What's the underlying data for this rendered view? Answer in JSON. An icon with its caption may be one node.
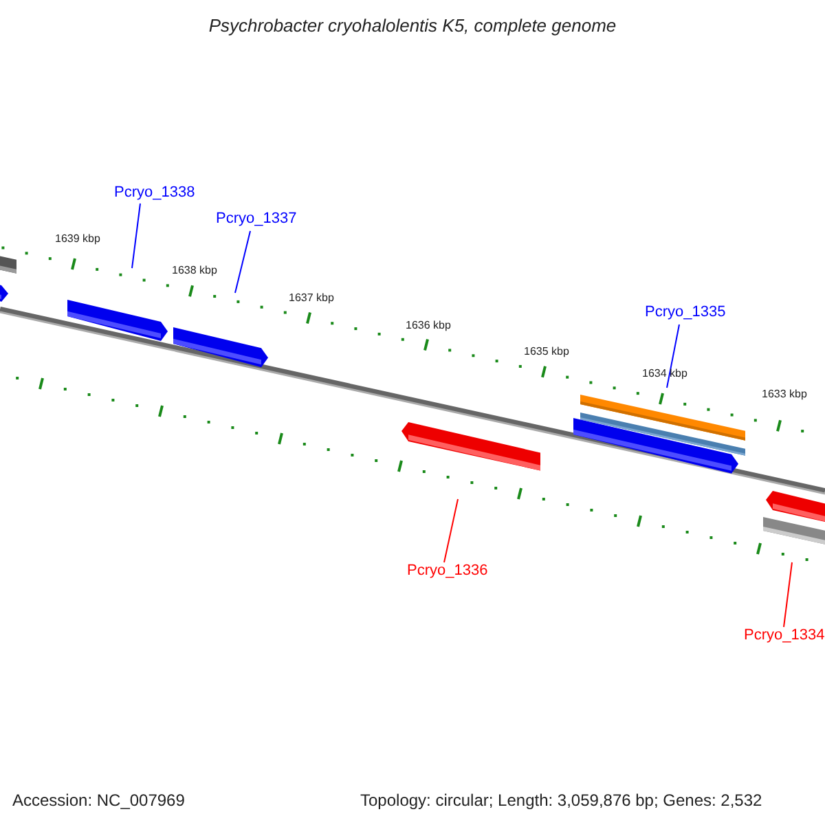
{
  "diagram": {
    "title": "Psychrobacter cryohalolentis K5, complete genome",
    "nodes": [
      {
        "text": [
          "Pcryo_1338"
        ]
      },
      {
        "text": [],
        "shape": "bar"
      },
      {
        "text": [
          "Pcryo_1337"
        ]
      },
      {
        "text": [],
        "shape": "bar"
      },
      {
        "text": [
          "Pcryo_1336"
        ]
      },
      {
        "text": [],
        "shape": "bar"
      },
      {
        "text": [
          "Pcryo_1335"
        ]
      },
      {
        "text": [],
        "shape": "bar"
      },
      {
        "text": [
          "Pcryo_1334"
        ]
      },
      {
        "text": [],
        "shape": "bar"
      }
    ],
    "edges": [
      {
        "from": 0,
        "to": 1,
        "arrow": "none",
        "color": "#0000ff"
      },
      {
        "from": 2,
        "to": 3,
        "arrow": "none",
        "color": "#0000ff"
      },
      {
        "from": 4,
        "to": 5,
        "arrow": "none",
        "color": "#ff0000"
      },
      {
        "from": 6,
        "to": 7,
        "arrow": "none",
        "color": "#0000ff"
      },
      {
        "from": 8,
        "to": 9,
        "arrow": "none",
        "color": "#ff0000"
      }
    ],
    "labels": [
      "1639 kbp",
      "1638 kbp",
      "1637 kbp",
      "1636 kbp",
      "1635 kbp",
      "1634 kbp",
      "1633 kbp",
      "Accession: NC_007969",
      "Topology: circular; Length: 3,059,876 bp; Genes: 2,532"
    ]
  }
}
